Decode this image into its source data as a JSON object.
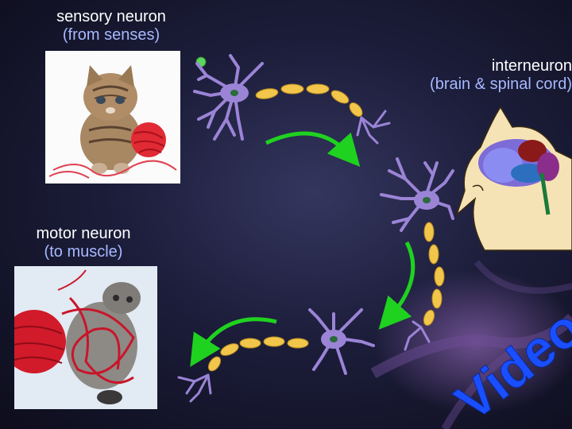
{
  "labels": {
    "sensory": {
      "line1": "sensory neuron",
      "line2": "(from senses)"
    },
    "interneuron": {
      "line1": "interneuron",
      "line2": "(brain & spinal cord)"
    },
    "motor": {
      "line1": "motor neuron",
      "line2": "(to muscle)"
    }
  },
  "video": {
    "text": "Video"
  },
  "colors": {
    "neuron_body": "#9b84d6",
    "axon_segment": "#f1c64a",
    "arrow": "#1fd21f",
    "label_white": "#ffffff",
    "label_blue": "#a6b9ff",
    "video_text": "#1a4fff"
  }
}
